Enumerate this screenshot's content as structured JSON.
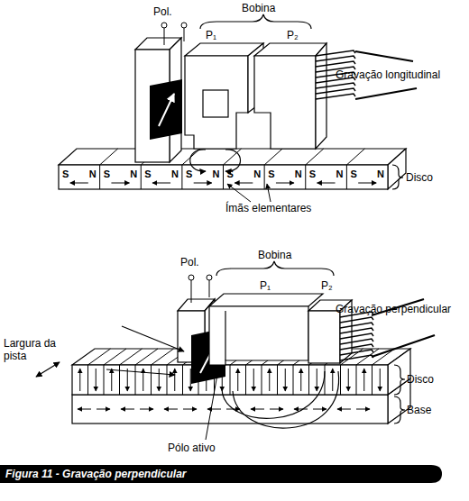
{
  "diagram": {
    "caption": "Figura 11 - Gravação perpendicular",
    "labels": [
      "Pol.",
      "Bobina",
      "P₁",
      "P₂",
      "Gravação longitudinal",
      "S",
      "N",
      "S",
      "N",
      "S",
      "N",
      "S",
      "N",
      "S",
      "N",
      "S",
      "N",
      "S",
      "N",
      "S",
      "N",
      "Disco",
      "Ímãs elementares",
      "Pol.",
      "Bobina",
      "P₁",
      "P₂",
      "Gravação perpendicular",
      "Largura da pista",
      "Disco",
      "Base",
      "Pólo ativo"
    ]
  }
}
